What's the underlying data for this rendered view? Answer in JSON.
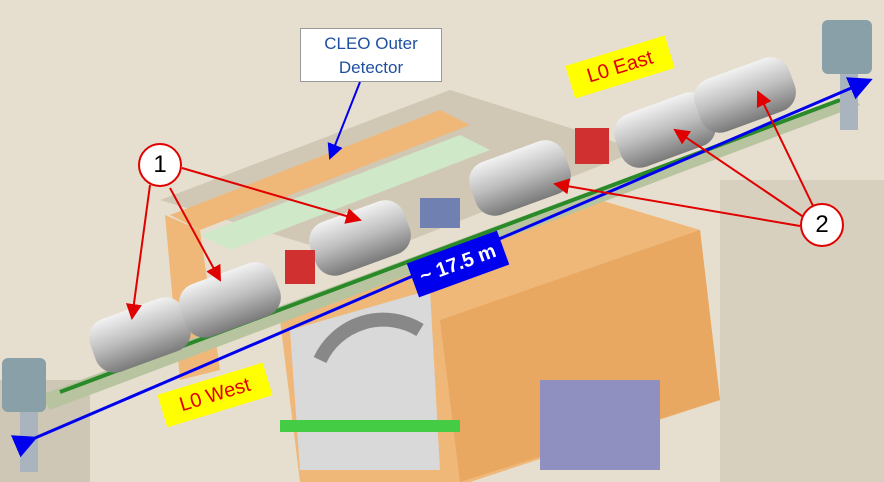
{
  "labels": {
    "cleo_line1": "CLEO Outer",
    "cleo_line2": "Detector",
    "l0_east": "L0 East",
    "l0_west": "L0 West",
    "distance": "~ 17.5 m",
    "callout_1": "1",
    "callout_2": "2"
  },
  "colors": {
    "callout": "#e00000",
    "dimension": "#0000ee",
    "label_bg": "#ffff00",
    "detector": "#f0b878"
  }
}
